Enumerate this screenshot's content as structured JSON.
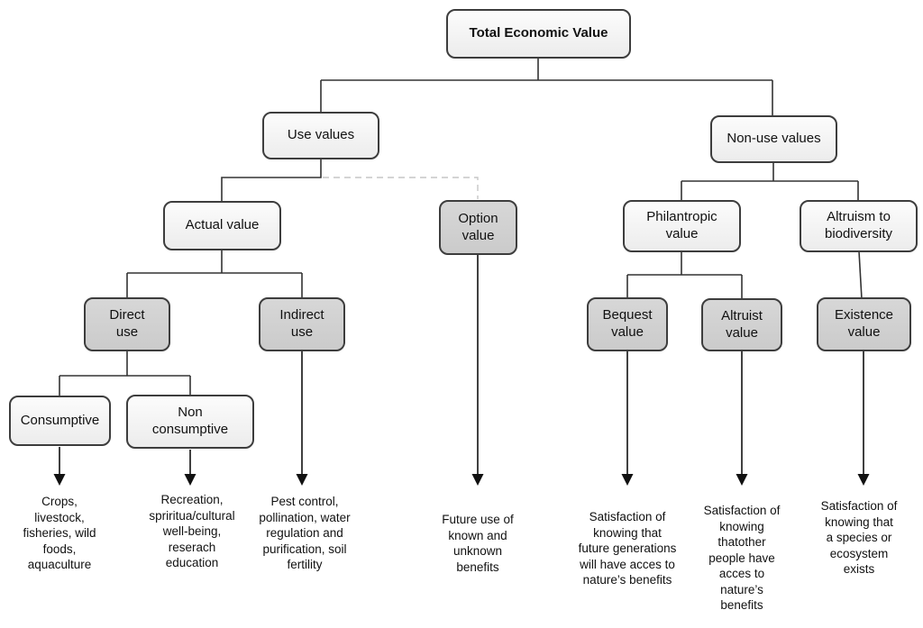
{
  "diagram_title": "Total Economic Value",
  "nodes": {
    "tev": "Total Economic Value",
    "use_values": "Use values",
    "non_use_values": "Non-use values",
    "actual_value": "Actual value",
    "option_value": "Option\nvalue",
    "philantropic_value": "Philantropic\nvalue",
    "altruism_biodiversity": "Altruism to\nbiodiversity",
    "direct_use": "Direct\nuse",
    "indirect_use": "Indirect\nuse",
    "bequest_value": "Bequest\nvalue",
    "altruist_value": "Altruist\nvalue",
    "existence_value": "Existence\nvalue",
    "consumptive": "Consumptive",
    "non_consumptive": "Non\nconsumptive"
  },
  "leaves": {
    "consumptive_examples": "Crops,\nlivestock,\nfisheries, wild\nfoods,\naquaculture",
    "non_consumptive_examples": "Recreation,\nspriritua/cultural\nwell-being,\nreserach\neducation",
    "indirect_use_examples": "Pest control,\npollination, water\nregulation and\npurification, soil\nfertility",
    "option_value_examples": "Future use of\nknown and\nunknown\nbenefits",
    "bequest_value_examples": "Satisfaction of\nknowing that\nfuture generations\nwill have acces to\nnature’s benefits",
    "altruist_value_examples": "Satisfaction of\nknowing\nthatother\npeople have\nacces to\nnature’s\nbenefits",
    "existence_value_examples": "Satisfaction of\nknowing that\na species or\necosystem\nexists"
  },
  "colors": {
    "light_box_fill": "#f2f2f2",
    "gray_box_fill": "#d2d2d2",
    "box_border": "#3d3d3d",
    "solid_line": "#333333",
    "dashed_line": "#c6c6c6",
    "arrow": "#111111",
    "background": "#ffffff"
  }
}
